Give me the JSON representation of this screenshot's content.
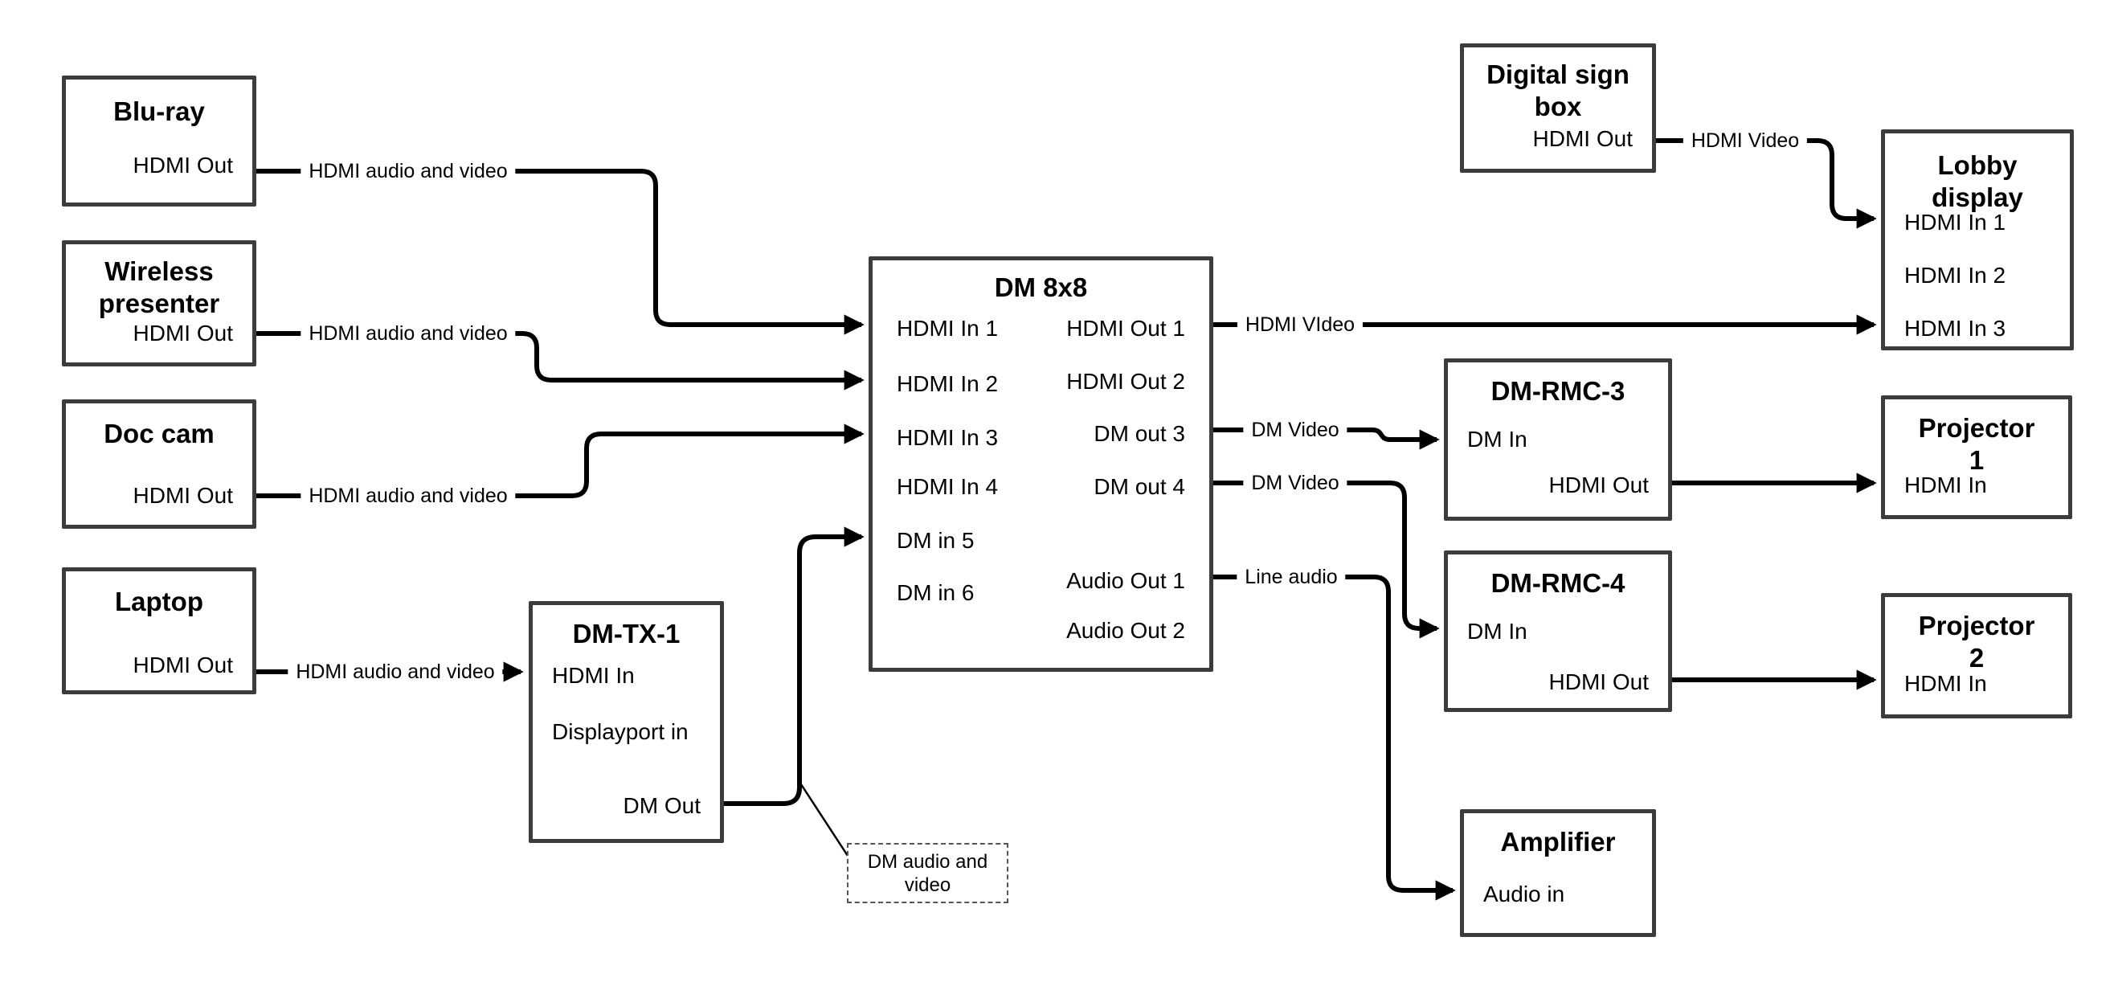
{
  "boxes": {
    "bluray": {
      "title": "Blu-ray",
      "ports": {
        "hdmi_out": "HDMI Out"
      }
    },
    "wireless": {
      "title": "Wireless presenter",
      "ports": {
        "hdmi_out": "HDMI Out"
      }
    },
    "doccam": {
      "title": "Doc cam",
      "ports": {
        "hdmi_out": "HDMI Out"
      }
    },
    "laptop": {
      "title": "Laptop",
      "ports": {
        "hdmi_out": "HDMI Out"
      }
    },
    "dmtx1": {
      "title": "DM-TX-1",
      "ports": {
        "hdmi_in": "HDMI In",
        "displayport_in": "Displayport in",
        "dm_out": "DM Out"
      }
    },
    "dm8x8": {
      "title": "DM 8x8",
      "ports_left": [
        "HDMI In 1",
        "HDMI In 2",
        "HDMI In 3",
        "HDMI In 4",
        "DM in 5",
        "DM in 6"
      ],
      "ports_right": [
        "HDMI Out 1",
        "HDMI Out 2",
        "DM out 3",
        "DM out 4",
        "Audio Out 1",
        "Audio Out 2"
      ]
    },
    "digital_sign": {
      "title": "Digital sign box",
      "ports": {
        "hdmi_out": "HDMI Out"
      }
    },
    "lobby": {
      "title": "Lobby display",
      "ports_left": [
        "HDMI In 1",
        "HDMI In 2",
        "HDMI In 3"
      ]
    },
    "dmrmc3": {
      "title": "DM-RMC-3",
      "ports": {
        "dm_in": "DM In",
        "hdmi_out": "HDMI Out"
      }
    },
    "proj1": {
      "title": "Projector 1",
      "ports": {
        "hdmi_in": "HDMI In"
      }
    },
    "dmrmc4": {
      "title": "DM-RMC-4",
      "ports": {
        "dm_in": "DM In",
        "hdmi_out": "HDMI Out"
      }
    },
    "proj2": {
      "title": "Projector 2",
      "ports": {
        "hdmi_in": "HDMI In"
      }
    },
    "amplifier": {
      "title": "Amplifier",
      "ports": {
        "audio_in": "Audio in"
      }
    }
  },
  "labels": {
    "bluray_line": "HDMI audio and video",
    "wireless_line": "HDMI audio and video",
    "doccam_line": "HDMI audio and video",
    "laptop_line": "HDMI audio and video",
    "hdmi_out1_line": "HDMI VIdeo",
    "digital_sign_line": "HDMI Video",
    "dm_out3_line": "DM Video",
    "dm_out4_line": "DM Video",
    "audio_out1_line": "Line audio",
    "callout": "DM audio and video"
  },
  "colors": {
    "line": "#000000",
    "box_border": "#3c3c3c",
    "text": "#000000",
    "background": "#ffffff"
  }
}
